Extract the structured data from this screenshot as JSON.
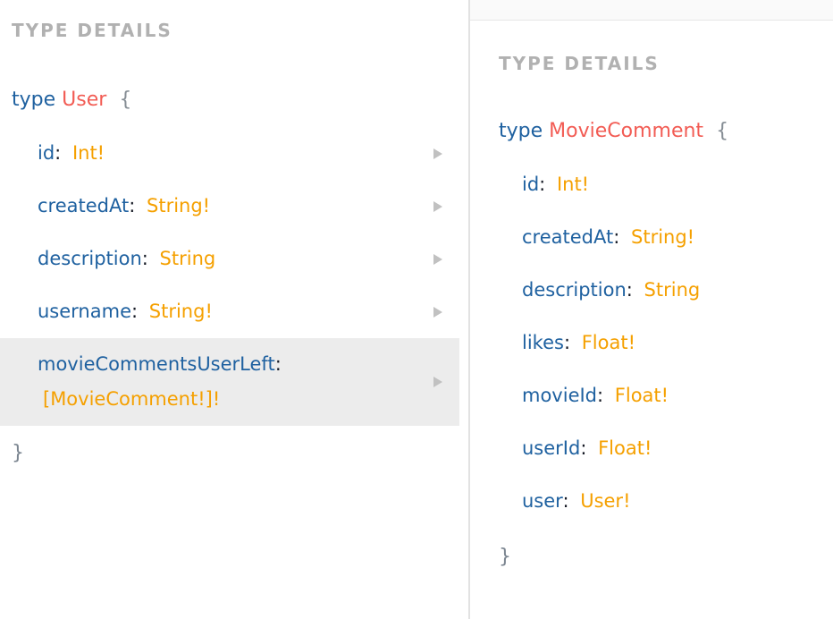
{
  "punctuation": {
    "colon": ":",
    "brace_open": "{",
    "brace_close": "}"
  },
  "colors": {
    "keyword_blue": "#1f61a0",
    "field_name_blue": "#1f61a0",
    "type_title_red": "#f25c54",
    "type_ref_orange": "#f5a000",
    "header_gray": "#b1b1b1",
    "selected_row_bg": "#ececec"
  },
  "panels": [
    {
      "header": "TYPE DETAILS",
      "keyword": "type",
      "type_name": "User",
      "fields": [
        {
          "name": "id",
          "type": "Int!"
        },
        {
          "name": "createdAt",
          "type": "String!"
        },
        {
          "name": "description",
          "type": "String"
        },
        {
          "name": "username",
          "type": "String!"
        },
        {
          "name": "movieCommentsUserLeft",
          "type": "[MovieComment!]!"
        }
      ]
    },
    {
      "header": "TYPE DETAILS",
      "keyword": "type",
      "type_name": "MovieComment",
      "fields": [
        {
          "name": "id",
          "type": "Int!"
        },
        {
          "name": "createdAt",
          "type": "String!"
        },
        {
          "name": "description",
          "type": "String"
        },
        {
          "name": "likes",
          "type": "Float!"
        },
        {
          "name": "movieId",
          "type": "Float!"
        },
        {
          "name": "userId",
          "type": "Float!"
        },
        {
          "name": "user",
          "type": "User!"
        }
      ]
    }
  ]
}
